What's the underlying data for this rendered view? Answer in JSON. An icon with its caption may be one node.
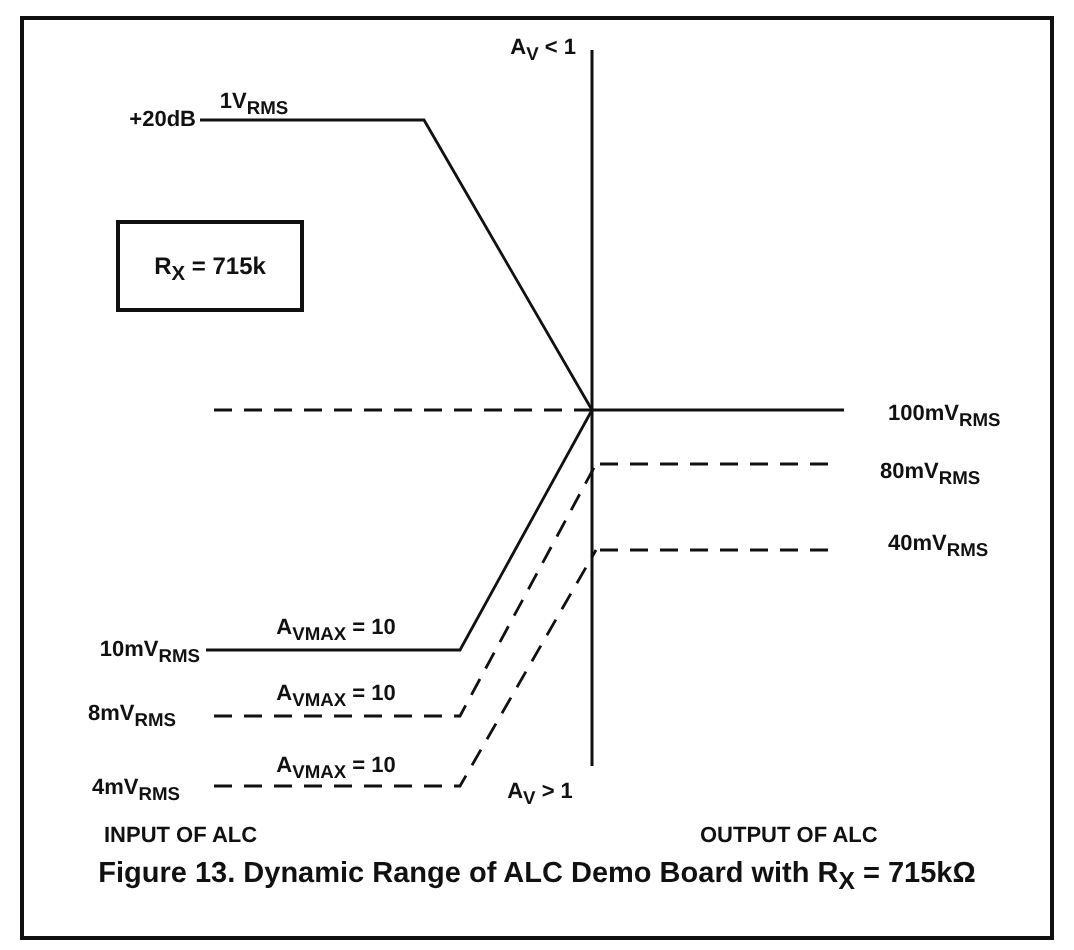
{
  "diagram": {
    "caption": "Figure 13.  Dynamic Range of ALC Demo Board with R$_{X}$ = 715kΩ",
    "nodes": [
      {
        "text": [
          "R$_{X}$ = 715k"
        ]
      }
    ],
    "labels": [
      "A$_{V}$ < 1",
      "+20dB",
      "1V$_{RMS}$",
      "100mV$_{RMS}$",
      "80mV$_{RMS}$",
      "40mV$_{RMS}$",
      "10mV$_{RMS}$",
      "A$_{VMAX}$ = 10",
      "8mV$_{RMS}$",
      "A$_{VMAX}$ = 10",
      "4mV$_{RMS}$",
      "A$_{VMAX}$ = 10",
      "A$_{V}$ > 1",
      "INPUT OF ALC",
      "OUTPUT OF ALC"
    ]
  }
}
